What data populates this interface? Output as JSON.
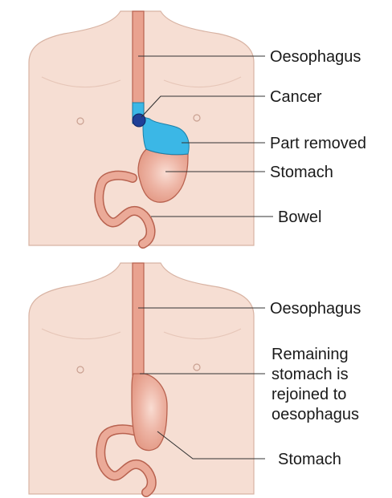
{
  "colors": {
    "skin": "#F6DED3",
    "skin_outline": "#D8B3A3",
    "organ": "#E9A28F",
    "organ_outline": "#B8624F",
    "organ_highlight": "#F7D3C7",
    "removed": "#3BB7E6",
    "cancer": "#1F3F97",
    "leader": "#333333"
  },
  "top_panel": {
    "labels": {
      "oesophagus": "Oesophagus",
      "cancer": "Cancer",
      "part_removed": "Part removed",
      "stomach": "Stomach",
      "bowel": "Bowel"
    }
  },
  "bottom_panel": {
    "labels": {
      "oesophagus": "Oesophagus",
      "rejoined": [
        "Remaining",
        "stomach is",
        "rejoined to",
        "oesophagus"
      ],
      "stomach": "Stomach"
    }
  }
}
